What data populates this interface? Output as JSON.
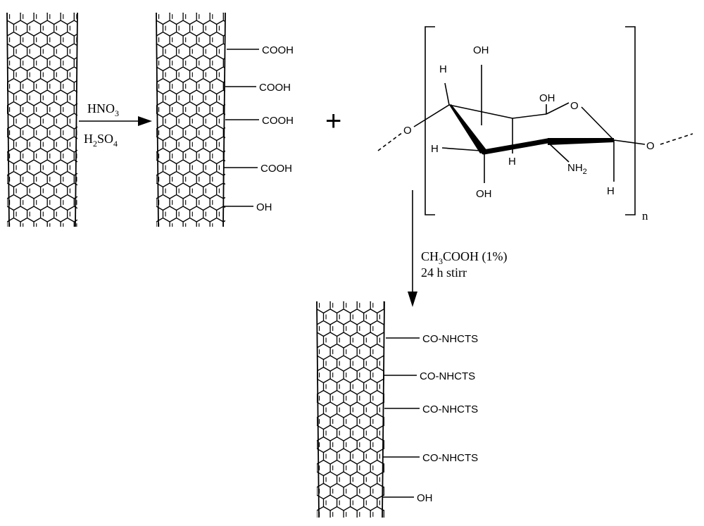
{
  "step1": {
    "reagent_top_main": "HNO",
    "reagent_top_sub": "3",
    "reagent_bottom_a": "H",
    "reagent_bottom_sub1": "2",
    "reagent_bottom_b": "SO",
    "reagent_bottom_sub2": "4"
  },
  "oxidized_groups": [
    "COOH",
    "COOH",
    "COOH",
    "COOH",
    "OH"
  ],
  "plus_sign": "+",
  "chitosan": {
    "atoms": {
      "oh_top": "OH",
      "oh_ring": "OH",
      "o_ring": "O",
      "h_c4": "H",
      "h_c3": "H",
      "h_mid": "H",
      "h_anomeric": "H",
      "nh2_main": "NH",
      "nh2_sub": "2",
      "oh_bottom": "OH",
      "o_left": "O",
      "o_right": "O"
    },
    "repeat_label": "n"
  },
  "step2": {
    "line1_a": "CH",
    "line1_sub": "3",
    "line1_b": "COOH (1%)",
    "line2": "24 h stirr"
  },
  "product_groups": [
    "CO-NHCTS",
    "CO-NHCTS",
    "CO-NHCTS",
    "CO-NHCTS",
    "OH"
  ]
}
